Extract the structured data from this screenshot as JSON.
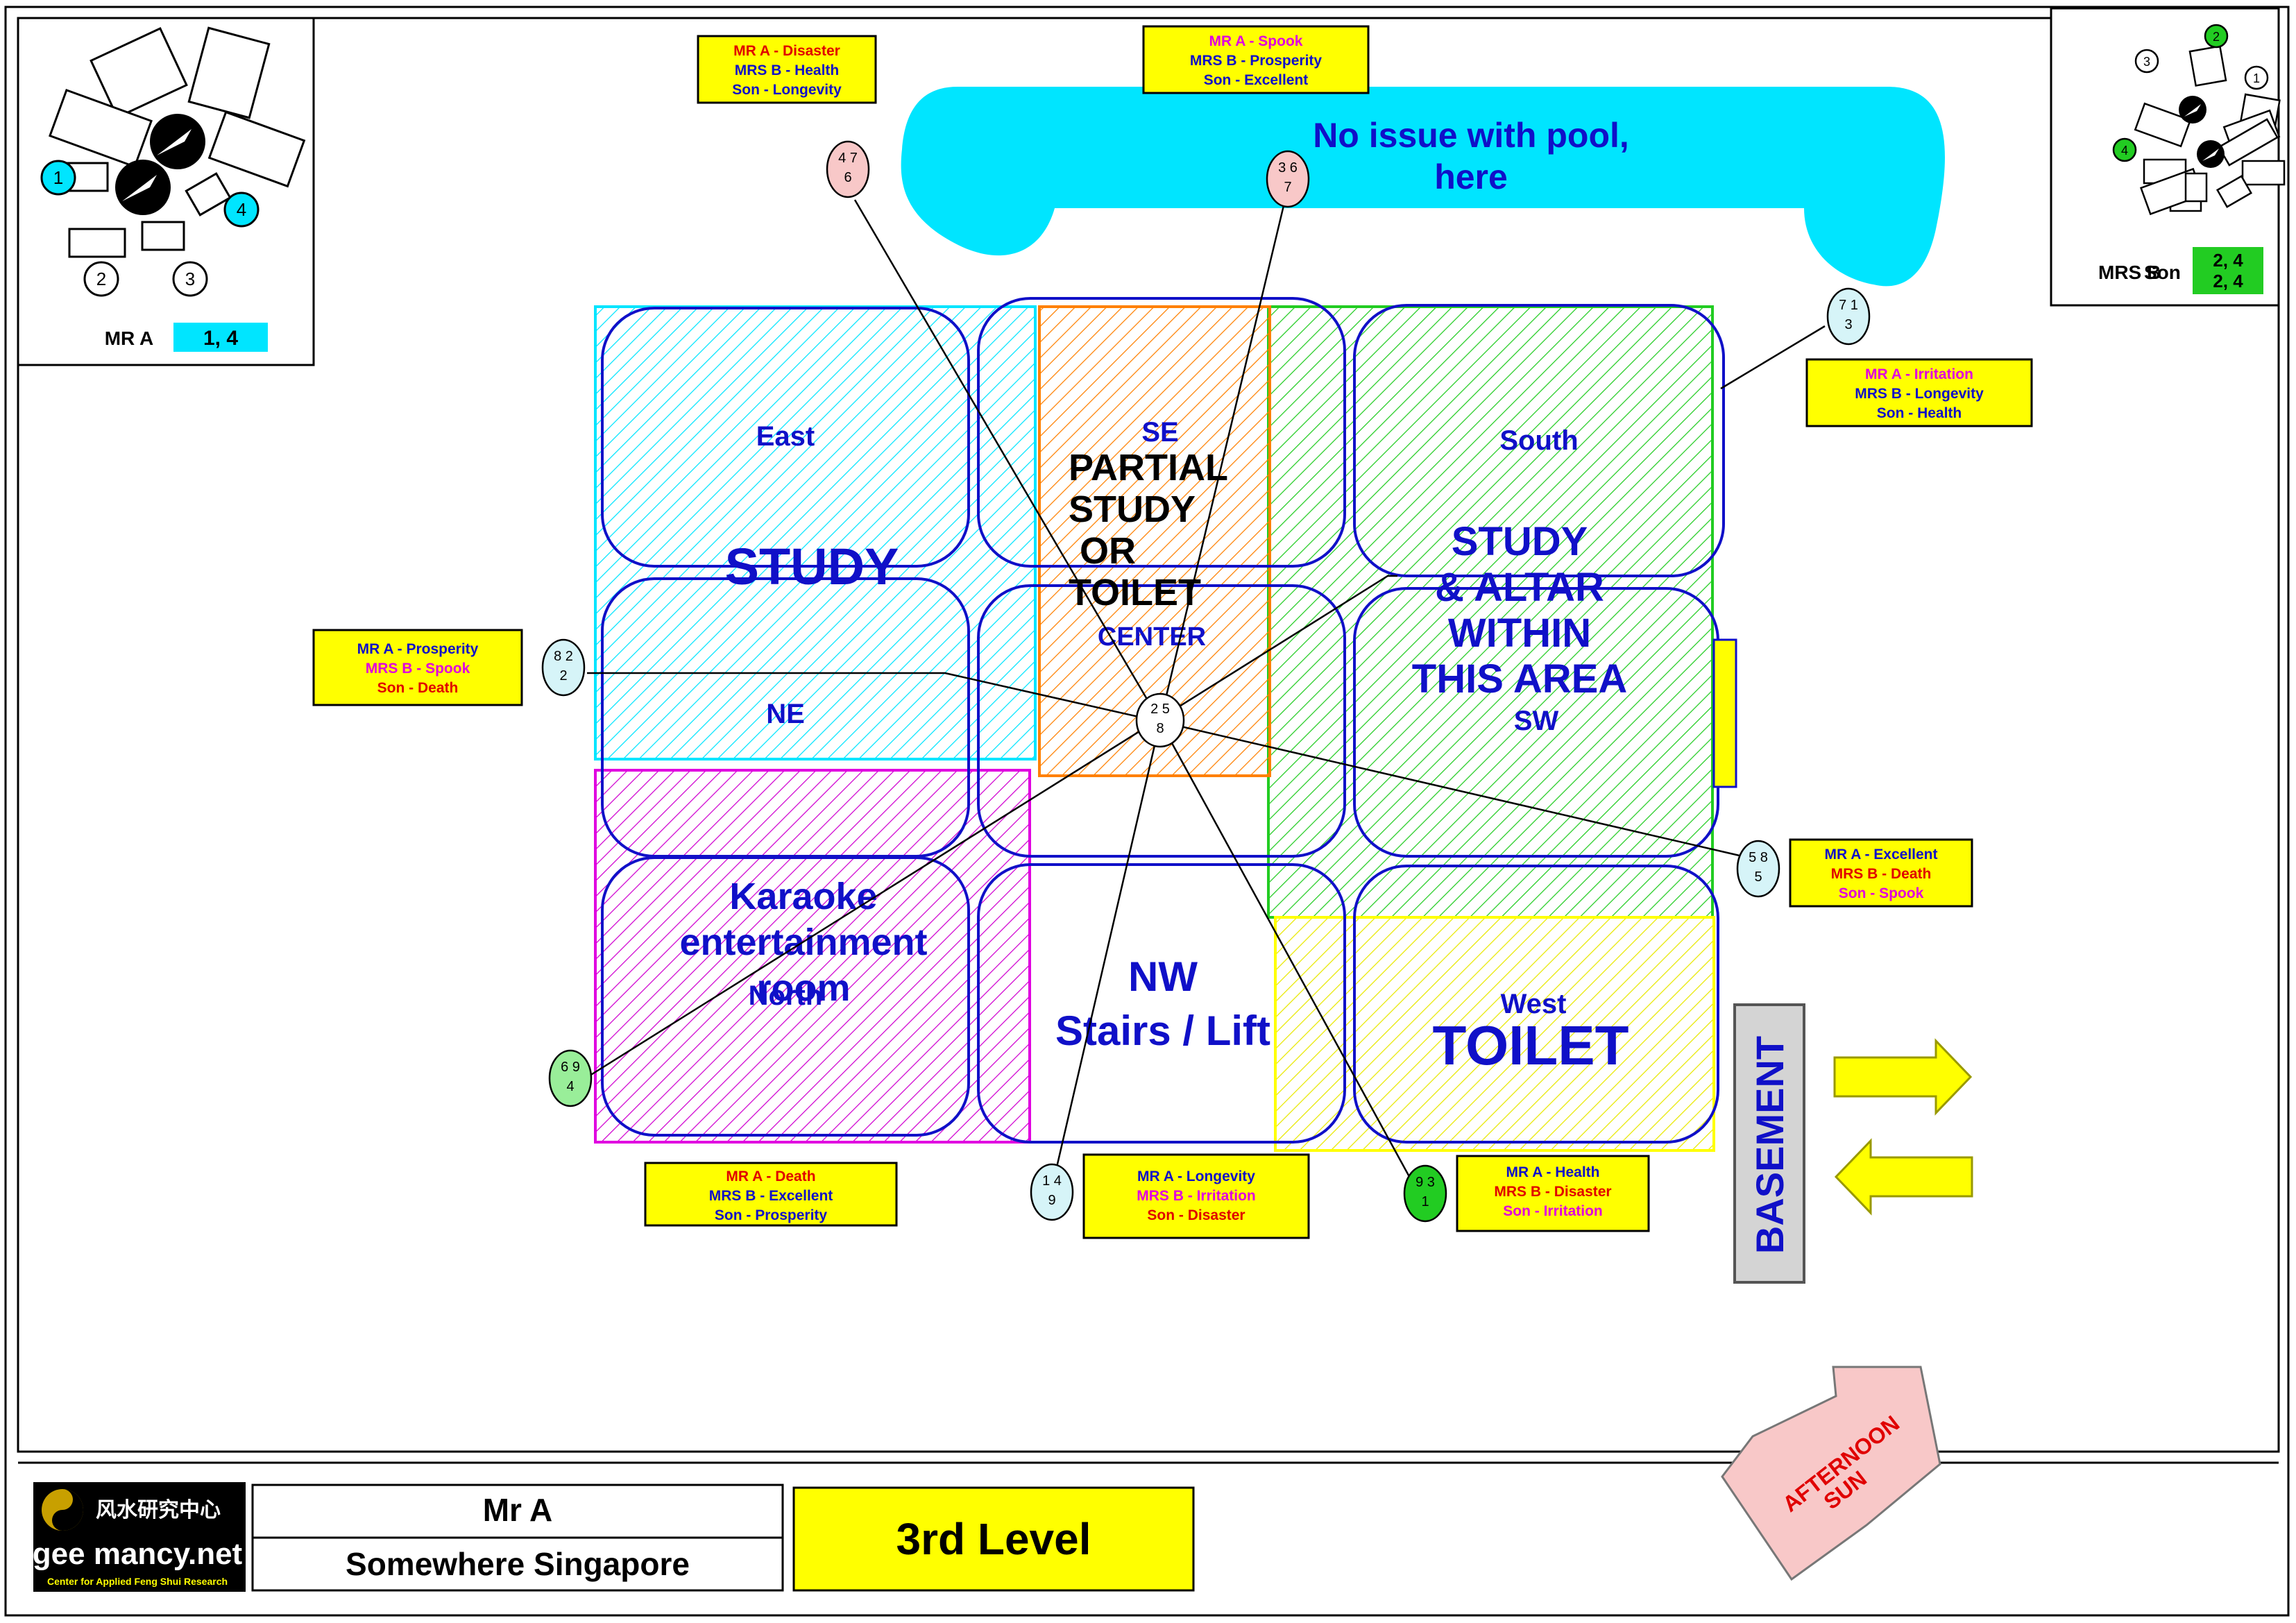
{
  "colors": {
    "room_blue": "#1010c8",
    "cyan": "#00e5ff",
    "orange": "#ff8000",
    "green": "#22cc22",
    "magenta": "#e000e0",
    "yellow": "#ffff00",
    "label_yellow": "#ffff00",
    "pink": "#f8c8c8",
    "grey": "#d4d4d4",
    "red_text": "#e00000",
    "magenta_text": "#e000e0"
  },
  "pool": {
    "text_line1": "No issue with pool,",
    "text_line2": "here"
  },
  "rooms": {
    "east": "East",
    "se": "SE",
    "south": "South",
    "ne": "NE",
    "center": "CENTER",
    "sw": "SW",
    "north": "North",
    "nw_line1": "NW",
    "nw_line2": "Stairs / Lift",
    "west": "West",
    "toilet": "TOILET"
  },
  "areas": {
    "study": "STUDY",
    "partial": [
      "PARTIAL",
      "STUDY",
      "OR",
      "TOILET"
    ],
    "study_altar": [
      "STUDY",
      "& ALTAR",
      "WITHIN",
      "THIS AREA"
    ],
    "karaoke": [
      "Karaoke",
      "entertainment",
      "room"
    ]
  },
  "stars": {
    "center": [
      "2 5",
      "8"
    ],
    "se_top": [
      "3 6",
      "7"
    ],
    "e_top": [
      "4 7",
      "6"
    ],
    "s_right": [
      "7 1",
      "3"
    ],
    "ne_left": [
      "8 2",
      "2"
    ],
    "sw_right": [
      "5 8",
      "5"
    ],
    "n_left": [
      "6 9",
      "4"
    ],
    "nw_bottom": [
      "1 4",
      "9"
    ],
    "w_bottom": [
      "9 3",
      "1"
    ]
  },
  "labels": {
    "e_top": [
      {
        "name": "MR A",
        "value": "Disaster"
      },
      {
        "name": "MRS B",
        "value": "Health"
      },
      {
        "name": "Son",
        "value": "Longevity"
      }
    ],
    "se_top": [
      {
        "name": "MR A",
        "value": "Spook"
      },
      {
        "name": "MRS B",
        "value": "Prosperity"
      },
      {
        "name": "Son",
        "value": "Excellent"
      }
    ],
    "s_right": [
      {
        "name": "MR A",
        "value": "Irritation"
      },
      {
        "name": "MRS B",
        "value": "Longevity"
      },
      {
        "name": "Son",
        "value": "Health"
      }
    ],
    "ne_left": [
      {
        "name": "MR A",
        "value": "Prosperity"
      },
      {
        "name": "MRS B",
        "value": "Spook"
      },
      {
        "name": "Son",
        "value": "Death"
      }
    ],
    "sw_right": [
      {
        "name": "MR A",
        "value": "Excellent"
      },
      {
        "name": "MRS B",
        "value": "Death"
      },
      {
        "name": "Son",
        "value": "Spook"
      }
    ],
    "n_bottom": [
      {
        "name": "MR A",
        "value": "Death"
      },
      {
        "name": "MRS B",
        "value": "Excellent"
      },
      {
        "name": "Son",
        "value": "Prosperity"
      }
    ],
    "nw_bottom": [
      {
        "name": "MR A",
        "value": "Longevity"
      },
      {
        "name": "MRS B",
        "value": "Irritation"
      },
      {
        "name": "Son",
        "value": "Disaster"
      }
    ],
    "w_bottom": [
      {
        "name": "MR A",
        "value": "Health"
      },
      {
        "name": "MRS B",
        "value": "Disaster"
      },
      {
        "name": "Son",
        "value": "Irritation"
      }
    ]
  },
  "insets": {
    "mr_a": {
      "label": "MR A",
      "value": "1, 4",
      "positions": [
        "1",
        "2",
        "3",
        "4"
      ]
    },
    "mrs_b": {
      "label": "MRS B",
      "label2": "Son",
      "value1": "2, 4",
      "value2": "2, 4",
      "positions": [
        "1",
        "2",
        "3",
        "4"
      ]
    }
  },
  "basement": "BASEMENT",
  "sun": [
    "AFTERNOON",
    "SUN"
  ],
  "footer": {
    "logo_text": "gee mancy.net",
    "logo_chinese": "风水研究中心",
    "logo_sub": "Center for Applied Feng Shui Research",
    "client": "Mr A",
    "location": "Somewhere Singapore",
    "level": "3rd Level"
  }
}
